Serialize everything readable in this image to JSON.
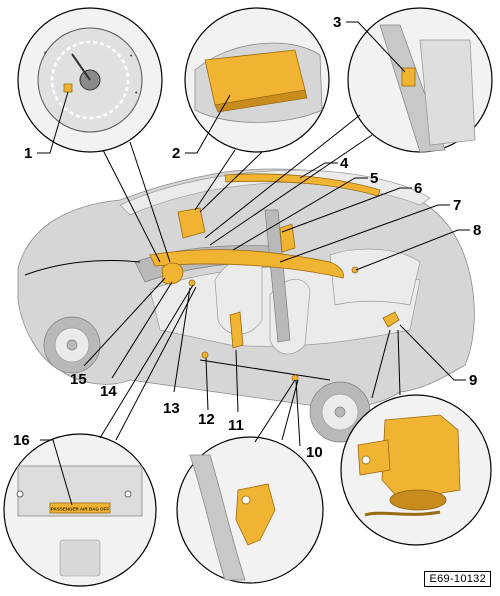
{
  "figure": {
    "reference_code": "E69-10132",
    "callouts": [
      {
        "id": "c1",
        "label": "1"
      },
      {
        "id": "c2",
        "label": "2"
      },
      {
        "id": "c3",
        "label": "3"
      },
      {
        "id": "c4",
        "label": "4"
      },
      {
        "id": "c5",
        "label": "5"
      },
      {
        "id": "c6",
        "label": "6"
      },
      {
        "id": "c7",
        "label": "7"
      },
      {
        "id": "c8",
        "label": "8"
      },
      {
        "id": "c9",
        "label": "9"
      },
      {
        "id": "c10",
        "label": "10"
      },
      {
        "id": "c11",
        "label": "11"
      },
      {
        "id": "c12",
        "label": "12"
      },
      {
        "id": "c13",
        "label": "13"
      },
      {
        "id": "c14",
        "label": "14"
      },
      {
        "id": "c15",
        "label": "15"
      },
      {
        "id": "c16",
        "label": "16"
      }
    ],
    "indicator_label": "PASSENGER AIR BAG OFF",
    "colors": {
      "component_highlight": "#f0b432",
      "vehicle_body": "#d6d6d6",
      "outline": "#000000"
    }
  }
}
